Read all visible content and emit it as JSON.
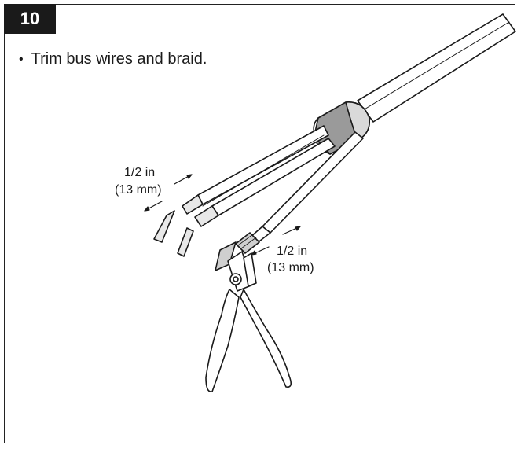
{
  "step": {
    "number": "10"
  },
  "instruction": {
    "bullet": "•",
    "text": "Trim bus wires and braid."
  },
  "dimensions": {
    "bus_wires": {
      "line1": "1/2 in",
      "line2": "(13 mm)"
    },
    "braid": {
      "line1": "1/2 in",
      "line2": "(13 mm)"
    }
  },
  "colors": {
    "ink": "#1a1a1a",
    "badge": "#1a1a1a",
    "sleeve": "#9a9a9a"
  }
}
